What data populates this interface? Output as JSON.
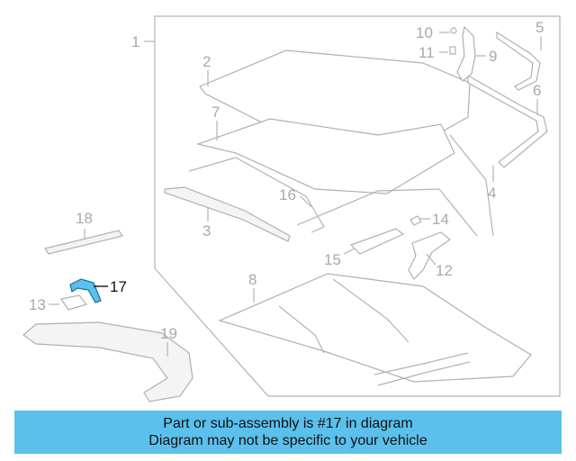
{
  "diagram": {
    "callouts": [
      "1",
      "2",
      "3",
      "4",
      "5",
      "6",
      "7",
      "8",
      "9",
      "10",
      "11",
      "12",
      "13",
      "14",
      "15",
      "16",
      "17",
      "18",
      "19"
    ],
    "highlighted_part": "17",
    "highlight_color": "#5bc0eb"
  },
  "banner": {
    "line1": "Part or sub-assembly is #17 in diagram",
    "line2": "Diagram may not be specific to your vehicle",
    "background": "#5bc0eb"
  }
}
